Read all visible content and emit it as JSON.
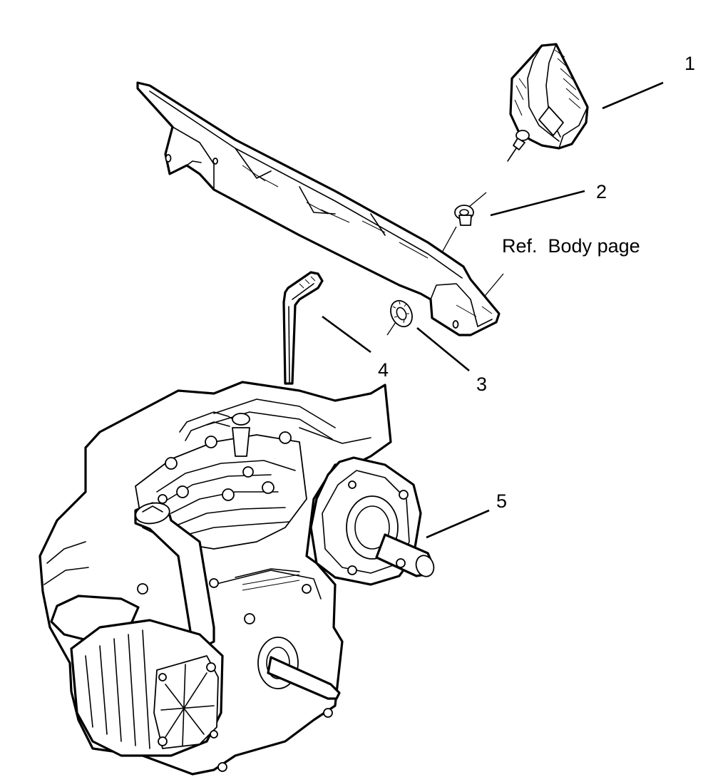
{
  "diagram": {
    "callouts": [
      {
        "id": "1",
        "label": "1"
      },
      {
        "id": "2",
        "label": "2"
      },
      {
        "id": "3",
        "label": "3"
      },
      {
        "id": "4",
        "label": "4"
      },
      {
        "id": "5",
        "label": "5"
      }
    ],
    "reference_note": "Ref.  Body page"
  }
}
